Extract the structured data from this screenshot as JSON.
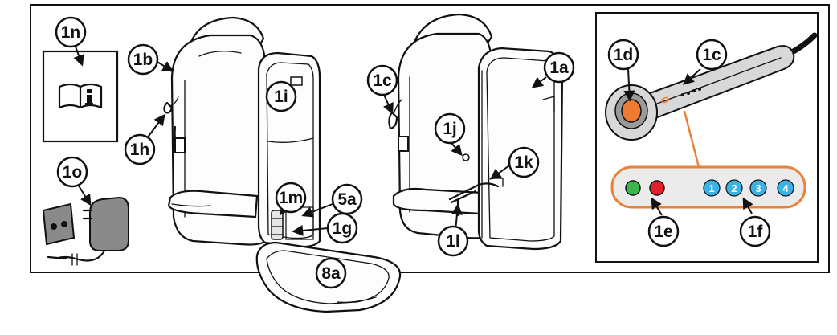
{
  "callouts": {
    "c1n": "1n",
    "c1b": "1b",
    "c1h": "1h",
    "c1o": "1o",
    "c1i": "1i",
    "c1m": "1m",
    "c5a": "5a",
    "c1g": "1g",
    "c8a": "8a",
    "c1c_left": "1c",
    "c1j": "1j",
    "c1a": "1a",
    "c1k": "1k",
    "c1l": "1l",
    "c1d": "1d",
    "c1c_inset": "1c",
    "c1e": "1e",
    "c1f": "1f"
  },
  "indicators": {
    "n1": "1",
    "n2": "2",
    "n3": "3",
    "n4": "4"
  },
  "colors": {
    "led_green": "#3cb54a",
    "led_red": "#e0202a",
    "indicator_blue": "#3ab2e6",
    "panel_orange": "#e8823a",
    "panel_fill": "#ebebeb",
    "lens_orange": "#f07a30"
  },
  "icons": {
    "manual": "open-book-info-icon",
    "charger": "power-adapter-icon"
  }
}
